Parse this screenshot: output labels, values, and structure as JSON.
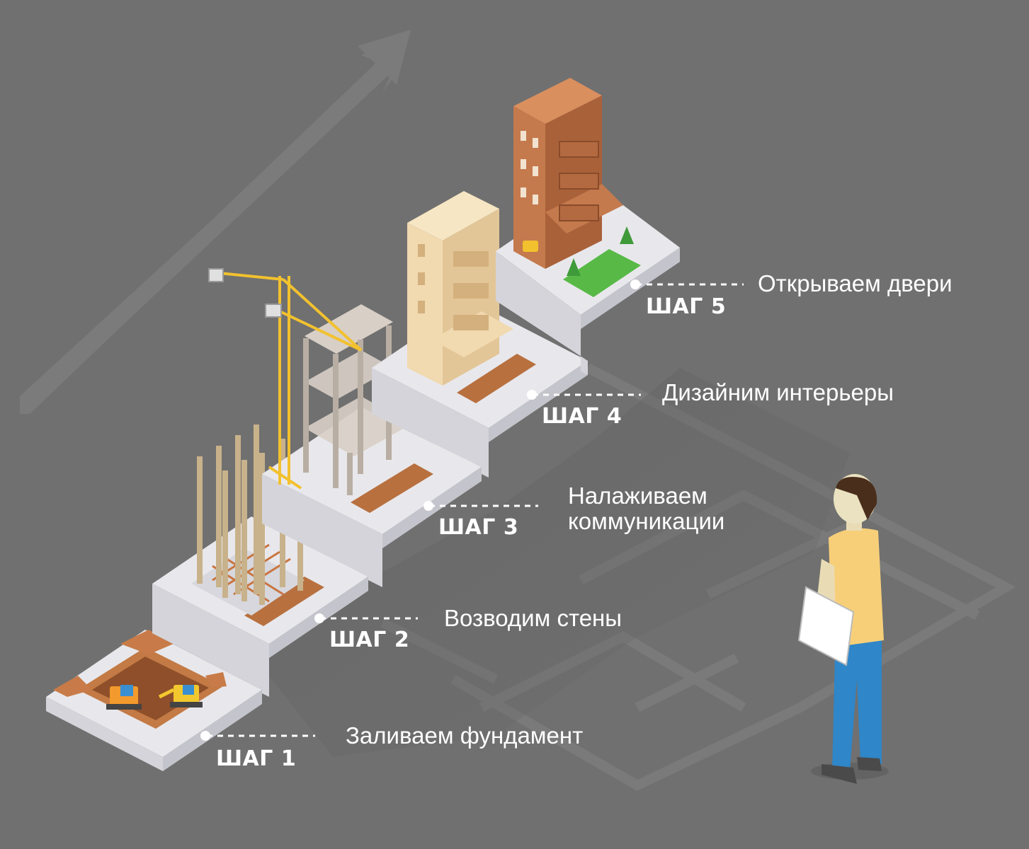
{
  "steps": [
    {
      "label": "ШАГ 1",
      "description": "Заливаем фундамент"
    },
    {
      "label": "ШАГ 2",
      "description": "Возводим стены"
    },
    {
      "label": "ШАГ 3",
      "description_line1": "Налаживаем",
      "description_line2": "коммуникации"
    },
    {
      "label": "ШАГ 4",
      "description": "Дизайним интерьеры"
    },
    {
      "label": "ШАГ 5",
      "description": "Открываем двери"
    }
  ],
  "colors": {
    "background": "#707070",
    "platform_top": "#e8e8ec",
    "platform_side": "#cfcfd6",
    "soil": "#b8703f",
    "crane": "#f2c12e",
    "building_brick": "#c47a4d",
    "building_cream": "#f1d9b0",
    "grass": "#58b947",
    "person_shirt": "#f7cf79",
    "person_pants": "#2f86c8"
  },
  "icons": [
    "growth-arrow-icon",
    "excavator-icon",
    "tower-crane-icon",
    "tree-icon",
    "car-icon",
    "clipboard-icon"
  ]
}
